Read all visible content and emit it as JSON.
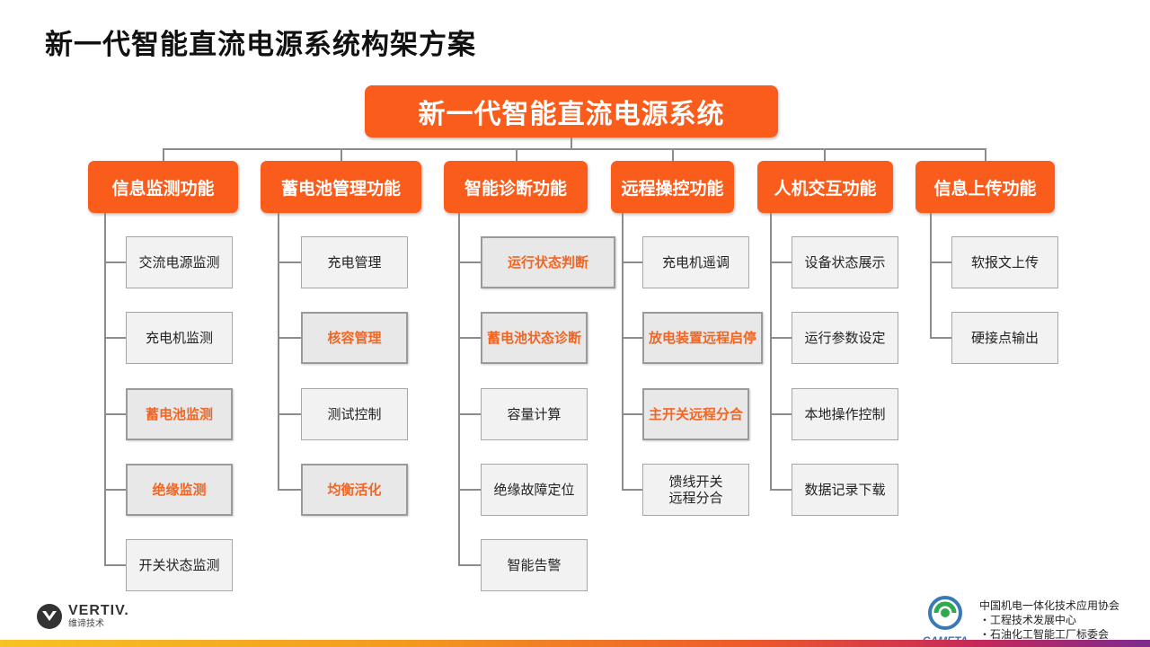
{
  "page_title": "新一代智能直流电源系统构架方案",
  "root": "新一代智能直流电源系统",
  "categories": [
    {
      "title": "信息监测功能",
      "items": [
        "交流电源监测",
        "充电机监测",
        "蓄电池监测",
        "绝缘监测",
        "开关状态监测"
      ]
    },
    {
      "title": "蓄电池管理功能",
      "items": [
        "充电管理",
        "核容管理",
        "测试控制",
        "均衡活化"
      ]
    },
    {
      "title": "智能诊断功能",
      "items": [
        "运行状态判断",
        "蓄电池状态诊断",
        "容量计算",
        "绝缘故障定位",
        "智能告警"
      ]
    },
    {
      "title": "远程操控功能",
      "items": [
        "充电机遥调",
        "放电装置远程启停",
        "主开关远程分合",
        "馈线开关\n远程分合"
      ]
    },
    {
      "title": "人机交互功能",
      "items": [
        "设备状态展示",
        "运行参数设定",
        "本地操作控制",
        "数据记录下载"
      ]
    },
    {
      "title": "信息上传功能",
      "items": [
        "软报文上传",
        "硬接点输出"
      ]
    }
  ],
  "highlight_color": "#f26522",
  "accent_color": "#fa5c1b",
  "footer": {
    "vertiv_name": "VERTIV.",
    "vertiv_sub": "维谛技术",
    "cameta_label": "CAMETA",
    "assoc_line1": "中国机电一体化技术应用协会",
    "assoc_line2": "・工程技术发展中心",
    "assoc_line3": "・石油化工智能工厂标委会"
  }
}
